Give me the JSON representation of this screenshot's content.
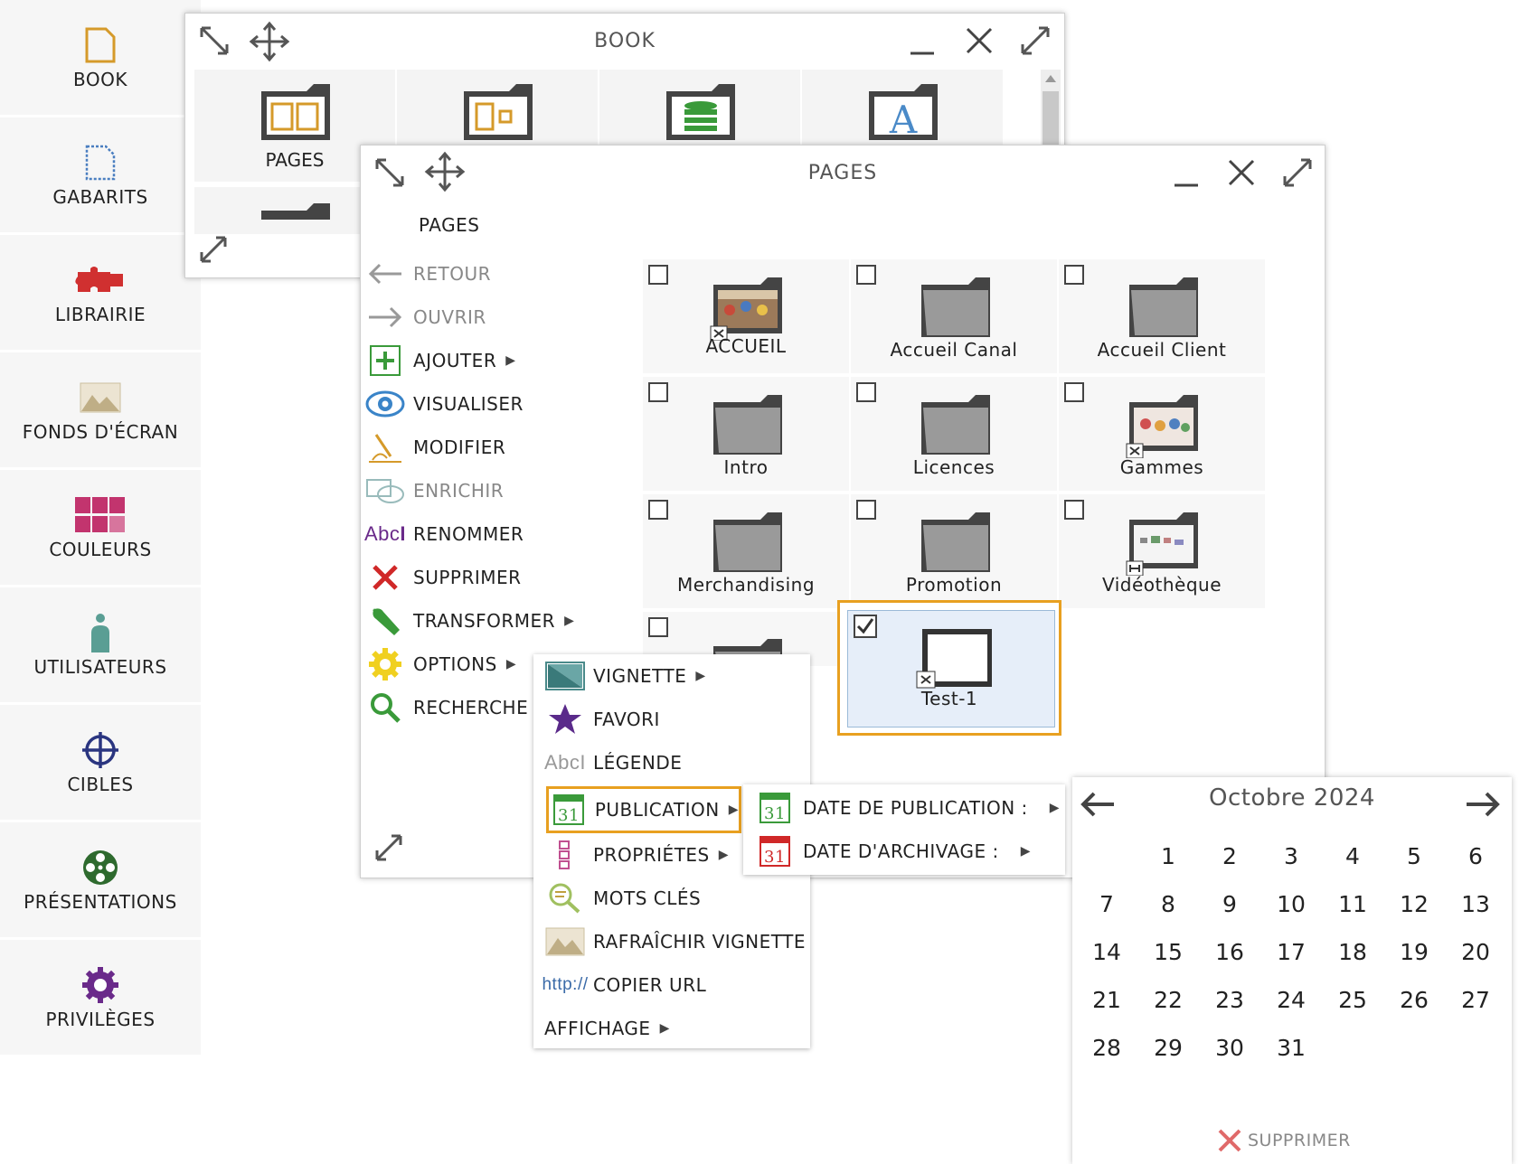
{
  "sidebar": {
    "items": [
      {
        "label": "BOOK",
        "icon": "document-icon"
      },
      {
        "label": "GABARITS",
        "icon": "template-icon"
      },
      {
        "label": "LIBRAIRIE",
        "icon": "puzzle-icon"
      },
      {
        "label": "FONDS D'ÉCRAN",
        "icon": "landscape-icon"
      },
      {
        "label": "COULEURS",
        "icon": "color-grid-icon"
      },
      {
        "label": "UTILISATEURS",
        "icon": "user-icon"
      },
      {
        "label": "CIBLES",
        "icon": "target-icon"
      },
      {
        "label": "PRÉSENTATIONS",
        "icon": "film-reel-icon"
      },
      {
        "label": "PRIVILÈGES",
        "icon": "gear-icon"
      }
    ]
  },
  "book_window": {
    "title": "BOOK",
    "tile_label": "PAGES"
  },
  "pages_window": {
    "title": "PAGES",
    "heading": "PAGES",
    "menu": [
      {
        "label": "RETOUR",
        "icon": "arrow-left-icon",
        "enabled": false
      },
      {
        "label": "OUVRIR",
        "icon": "arrow-right-icon",
        "enabled": false
      },
      {
        "label": "AJOUTER",
        "icon": "plus-icon",
        "enabled": true,
        "submenu": true
      },
      {
        "label": "VISUALISER",
        "icon": "eye-icon",
        "enabled": true
      },
      {
        "label": "MODIFIER",
        "icon": "pen-icon",
        "enabled": true
      },
      {
        "label": "ENRICHIR",
        "icon": "enrich-icon",
        "enabled": false
      },
      {
        "label": "RENOMMER",
        "icon": "rename-icon",
        "enabled": true
      },
      {
        "label": "SUPPRIMER",
        "icon": "delete-x-icon",
        "enabled": true
      },
      {
        "label": "TRANSFORMER",
        "icon": "wrench-icon",
        "enabled": true,
        "submenu": true
      },
      {
        "label": "OPTIONS",
        "icon": "sun-gear-icon",
        "enabled": true,
        "submenu": true
      },
      {
        "label": "RECHERCHE",
        "icon": "magnifier-icon",
        "enabled": true
      }
    ],
    "pages": [
      {
        "name": "ACCUEIL",
        "type": "thumbnail",
        "checked": false
      },
      {
        "name": "Accueil Canal",
        "type": "folder",
        "checked": false
      },
      {
        "name": "Accueil Client",
        "type": "folder",
        "checked": false
      },
      {
        "name": "Intro",
        "type": "folder",
        "checked": false
      },
      {
        "name": "Licences",
        "type": "folder",
        "checked": false
      },
      {
        "name": "Gammes",
        "type": "thumbnail",
        "checked": false
      },
      {
        "name": "Merchandising",
        "type": "folder",
        "checked": false
      },
      {
        "name": "Promotion",
        "type": "folder",
        "checked": false
      },
      {
        "name": "Vidéothèque",
        "type": "thumbnail",
        "checked": false
      },
      {
        "name": "",
        "type": "folder",
        "checked": false
      },
      {
        "name": "Test-1",
        "type": "blank",
        "checked": true
      }
    ]
  },
  "options_menu": {
    "items": [
      {
        "label": "VIGNETTE",
        "icon": "thumbnail-icon",
        "submenu": true
      },
      {
        "label": "FAVORI",
        "icon": "star-icon",
        "submenu": false
      },
      {
        "label": "LÉGENDE",
        "icon": "caption-icon",
        "submenu": false
      },
      {
        "label": "PUBLICATION",
        "icon": "calendar-green-icon",
        "submenu": true
      },
      {
        "label": "PROPRIÉTES",
        "icon": "properties-icon",
        "submenu": true
      },
      {
        "label": "MOTS CLÉS",
        "icon": "keyword-search-icon",
        "submenu": false
      },
      {
        "label": "RAFRAÎCHIR VIGNETTE",
        "icon": "landscape-icon",
        "submenu": false
      },
      {
        "label": "COPIER URL",
        "icon": "url-icon",
        "icon_text": "http://",
        "submenu": false
      },
      {
        "label": "AFFICHAGE",
        "icon": "",
        "submenu": true
      }
    ]
  },
  "publication_menu": {
    "items": [
      {
        "label": "DATE DE PUBLICATION :",
        "icon": "calendar-green-icon"
      },
      {
        "label": "DATE D'ARCHIVAGE :",
        "icon": "calendar-red-icon"
      }
    ],
    "calendar_day": "31"
  },
  "calendar": {
    "month_label": "Octobre 2024",
    "first_weekday_index": 1,
    "days": [
      "1",
      "2",
      "3",
      "4",
      "5",
      "6",
      "7",
      "8",
      "9",
      "10",
      "11",
      "12",
      "13",
      "14",
      "15",
      "16",
      "17",
      "18",
      "19",
      "20",
      "21",
      "22",
      "23",
      "24",
      "25",
      "26",
      "27",
      "28",
      "29",
      "30",
      "31"
    ],
    "delete_label": "SUPPRIMER"
  },
  "colors": {
    "accent_orange": "#e8a020",
    "selected_bg": "#e6eef9",
    "green": "#3a9a3a",
    "red": "#d02828",
    "purple": "#5a2a7a",
    "teal": "#5a9e94"
  }
}
